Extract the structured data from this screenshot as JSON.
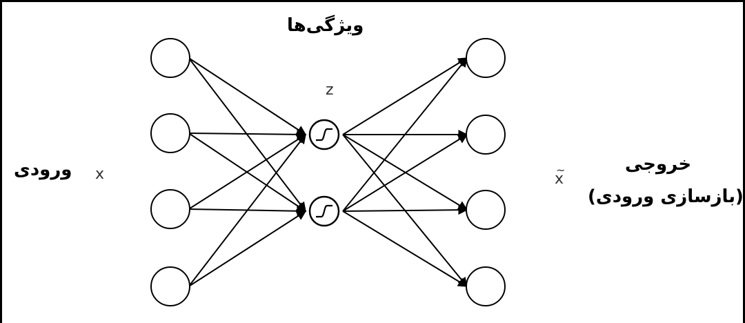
{
  "labels": {
    "features": "ویژگی‌ها",
    "input": "ورودی",
    "output": "خروجی",
    "output_sub": "(بازسازی ورودی)",
    "x": "x",
    "x_hat": "x",
    "z": "z"
  },
  "network": {
    "input_nodes": 4,
    "hidden_nodes": 2,
    "output_nodes": 4
  },
  "colors": {
    "line": "#000000",
    "node_fill": "#ffffff"
  }
}
